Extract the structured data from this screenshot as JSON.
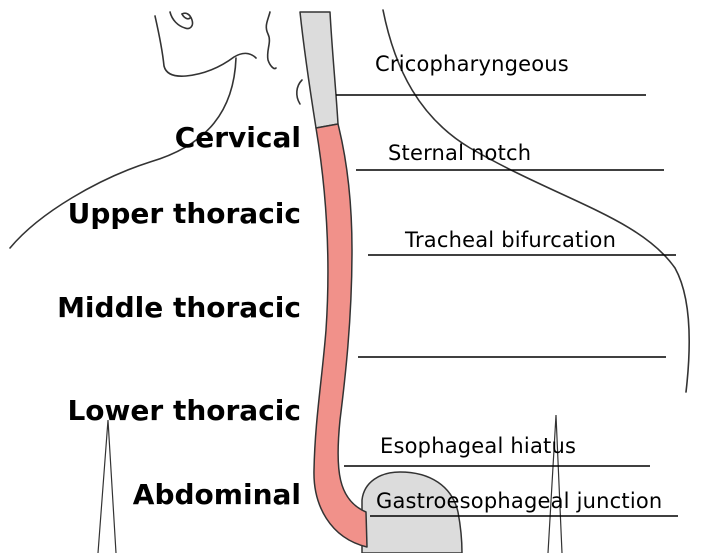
{
  "diagram": {
    "segments": {
      "cervical": "Cervical",
      "upper_thoracic": "Upper thoracic",
      "middle_thoracic": "Middle thoracic",
      "lower_thoracic": "Lower thoracic",
      "abdominal": "Abdominal"
    },
    "landmarks": {
      "cricopharyngeous": "Cricopharyngeous",
      "sternal_notch": "Sternal notch",
      "tracheal_bifurcation": "Tracheal bifurcation",
      "esophageal_hiatus": "Esophageal hiatus",
      "gastroesophageal_junction": "Gastroesophageal junction"
    },
    "colors": {
      "esophagus": "#f1918a",
      "pharynx_and_stomach": "#dcdcdc",
      "outline": "#333333"
    }
  }
}
